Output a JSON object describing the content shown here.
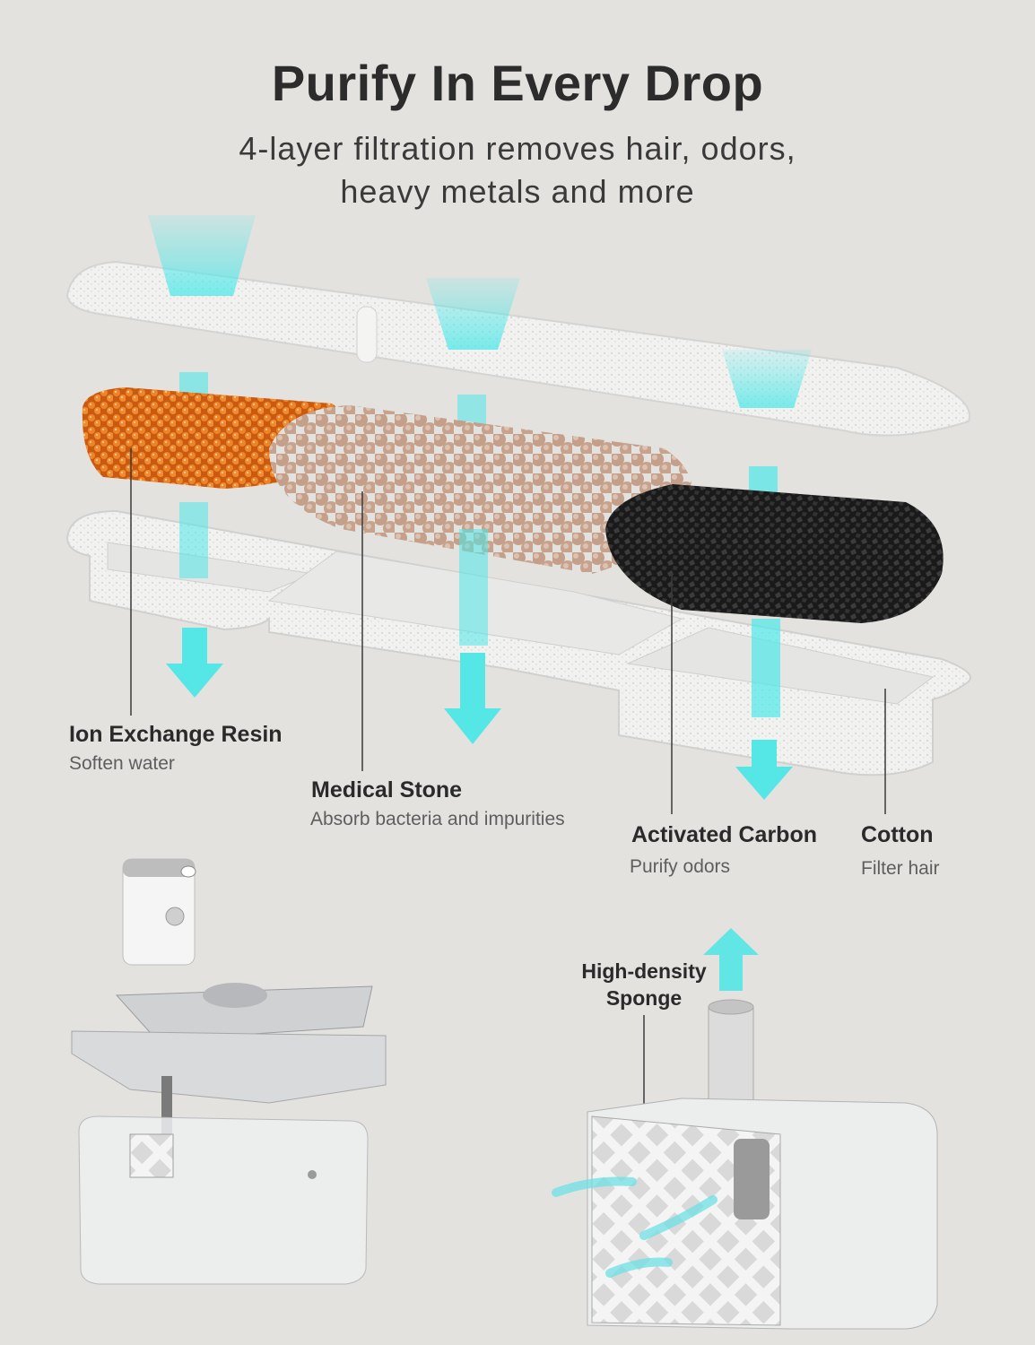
{
  "headline": "Purify In Every Drop",
  "subheadline": {
    "line1": "4-layer filtration removes hair, odors,",
    "line2": "heavy metals and more"
  },
  "layers": [
    {
      "name": "Ion Exchange Resin",
      "desc": "Soften water"
    },
    {
      "name": "Medical Stone",
      "desc": "Absorb bacteria and impurities"
    },
    {
      "name": "Activated Carbon",
      "desc": "Purify odors"
    },
    {
      "name": "Cotton",
      "desc": "Filter hair"
    }
  ],
  "pump_callout": {
    "line1": "High-density",
    "line2": "Sponge"
  },
  "colors": {
    "background": "#e3e2df",
    "water_stream": "#4fe8e8",
    "resin": "#e0741c",
    "stone": "#c9a790",
    "carbon": "#2a2a2a"
  }
}
